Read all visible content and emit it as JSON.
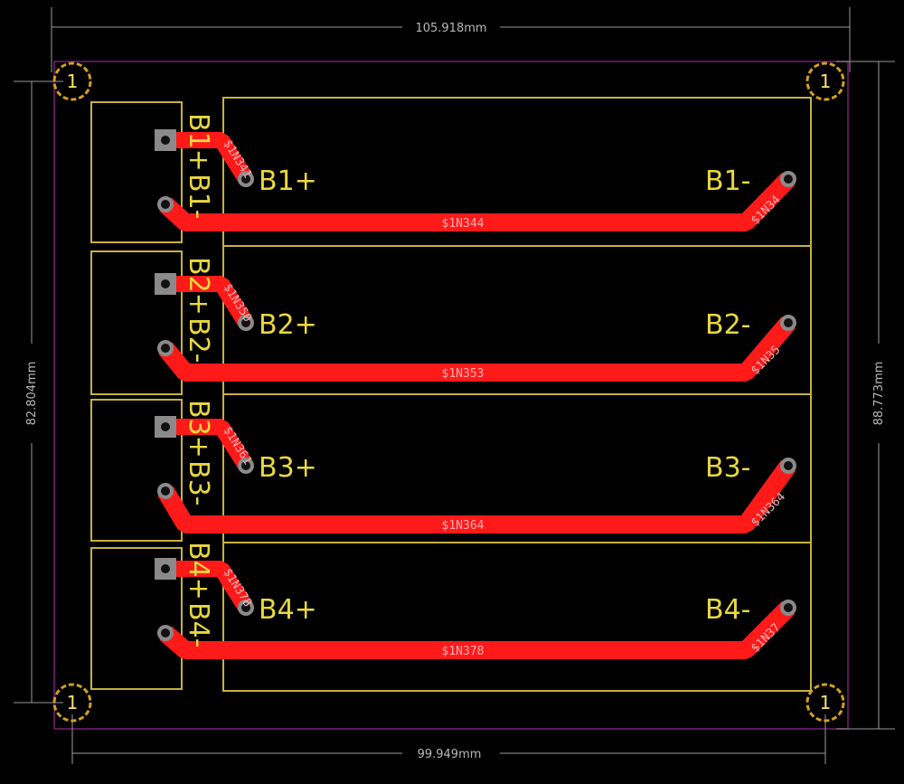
{
  "dimensions": {
    "top": "105.918mm",
    "bottom": "99.949mm",
    "left": "82.804mm",
    "right": "88.773mm"
  },
  "mounting_hole_label": "1",
  "colors": {
    "trace": "#ff1a1a",
    "silkscreen": "#c8b040",
    "outline": "#7a1a7a",
    "pad": "#8a8a8a",
    "dimension": "#9a9a9a"
  },
  "rows": [
    {
      "plus_label": "B1+",
      "minus_label": "B1-",
      "pos_vertical": "B1+",
      "neg_vertical": "B1-",
      "net_main": "$1N344",
      "net_diag": "$1N34",
      "net_short": "$1N341"
    },
    {
      "plus_label": "B2+",
      "minus_label": "B2-",
      "pos_vertical": "B2+",
      "neg_vertical": "B2-",
      "net_main": "$1N353",
      "net_diag": "$1N35",
      "net_short": "$1N350"
    },
    {
      "plus_label": "B3+",
      "minus_label": "B3-",
      "pos_vertical": "B3+",
      "neg_vertical": "B3-",
      "net_main": "$1N364",
      "net_diag": "$1N364",
      "net_short": "$1N361"
    },
    {
      "plus_label": "B4+",
      "minus_label": "B4-",
      "pos_vertical": "B4+",
      "neg_vertical": "B4-",
      "net_main": "$1N378",
      "net_diag": "$1N37",
      "net_short": "$1N378"
    }
  ]
}
